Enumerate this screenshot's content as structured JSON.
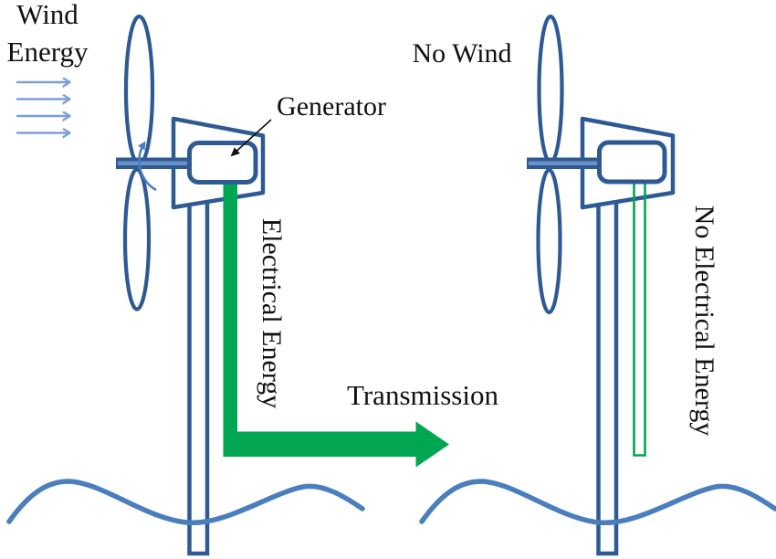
{
  "labels": {
    "wind_energy_line1": "Wind",
    "wind_energy_line2": "Energy",
    "no_wind": "No Wind",
    "generator": "Generator",
    "electrical_energy": "Electrical Energy",
    "no_electrical_energy": "No Electrical Energy",
    "transmission": "Transmission"
  },
  "colors": {
    "turbine_outline_blue": "#2e5a94",
    "wave_blue": "#4a7ebd",
    "wind_arrow_blue": "#7d9fd6",
    "energy_green": "#00a651",
    "label_text": "#111111",
    "background": "#ffffff"
  },
  "icons": {
    "wind_arrows": "4 thin right-pointing arrows (wind flow)",
    "rotation_arrow": "curved arrow showing blade rotation",
    "transmission_arrow": "thick solid green right arrow",
    "no_energy_bar": "hollow green outlined bar (no power flow)",
    "water_waves": "2 sinusoidal water lines"
  }
}
